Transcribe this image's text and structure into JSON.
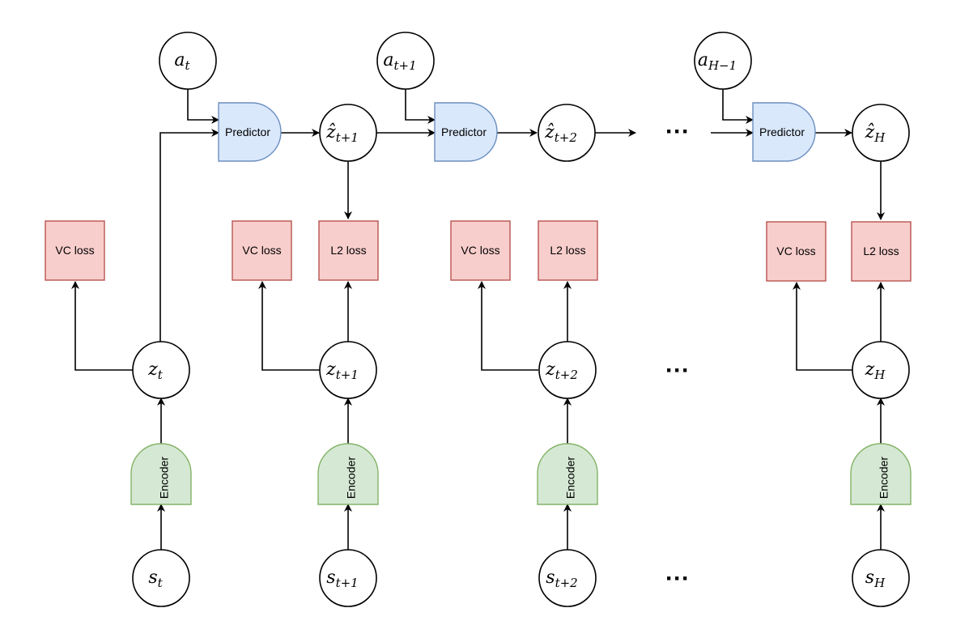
{
  "labels": {
    "predictor": "Predictor",
    "encoder": "Encoder",
    "vc_loss": "VC loss",
    "l2_loss": "L2 loss",
    "ellipsis": "···"
  },
  "actions": [
    {
      "base": "a",
      "sub": "t"
    },
    {
      "base": "a",
      "sub": "t+1"
    },
    {
      "base": "a",
      "sub": "H−1"
    }
  ],
  "predictions": [
    {
      "base": "ẑ",
      "sub": "t+1"
    },
    {
      "base": "ẑ",
      "sub": "t+2"
    },
    {
      "base": "ẑ",
      "sub": "H"
    }
  ],
  "latents": [
    {
      "base": "z",
      "sub": "t"
    },
    {
      "base": "z",
      "sub": "t+1"
    },
    {
      "base": "z",
      "sub": "t+2"
    },
    {
      "base": "z",
      "sub": "H"
    }
  ],
  "states": [
    {
      "base": "s",
      "sub": "t"
    },
    {
      "base": "s",
      "sub": "t+1"
    },
    {
      "base": "s",
      "sub": "t+2"
    },
    {
      "base": "s",
      "sub": "H"
    }
  ],
  "colors": {
    "predictor_fill": "#dae8fc",
    "predictor_stroke": "#6c8ebf",
    "encoder_fill": "#d5e8d4",
    "encoder_stroke": "#82b366",
    "loss_fill": "#f8cecc",
    "loss_stroke": "#b85450",
    "edge": "#000000"
  }
}
